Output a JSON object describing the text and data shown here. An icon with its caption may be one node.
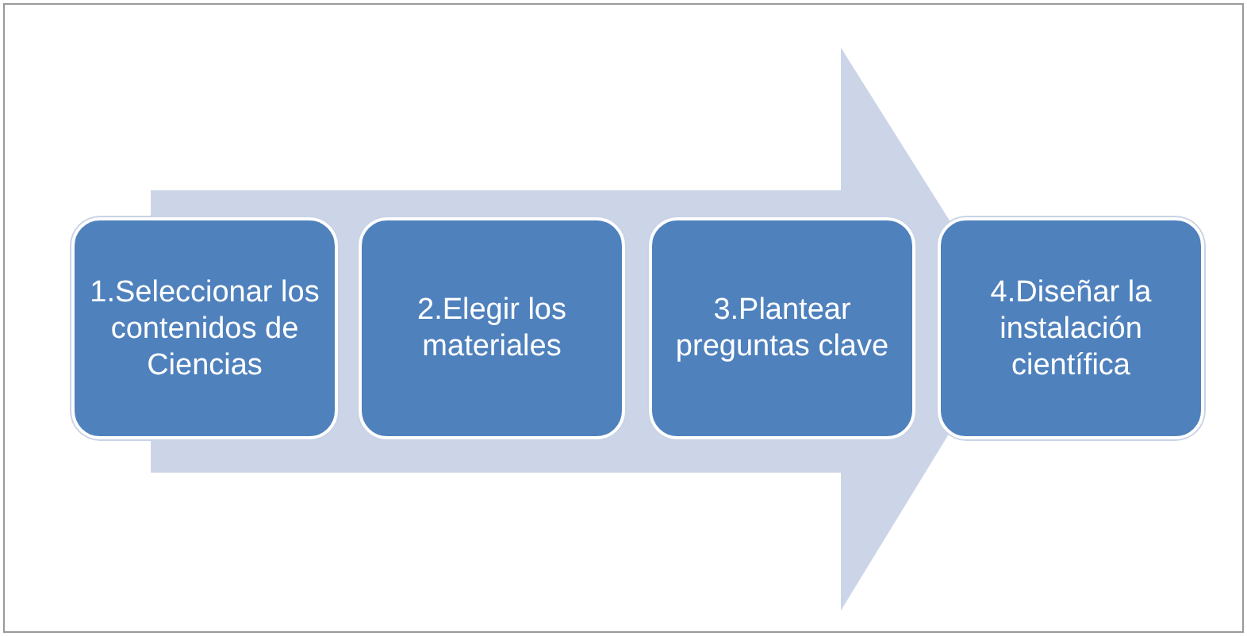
{
  "diagram": {
    "nodes": [
      {
        "text": [
          "1.Seleccionar los contenidos de Ciencias"
        ]
      },
      {
        "text": [
          "2.Elegir los materiales"
        ]
      },
      {
        "text": [
          "3.Plantear preguntas clave"
        ]
      },
      {
        "text": [
          "4.Diseñar la instalación científica"
        ]
      }
    ],
    "edges": [
      {
        "from": 0,
        "to": 3,
        "arrow": "to"
      }
    ]
  }
}
